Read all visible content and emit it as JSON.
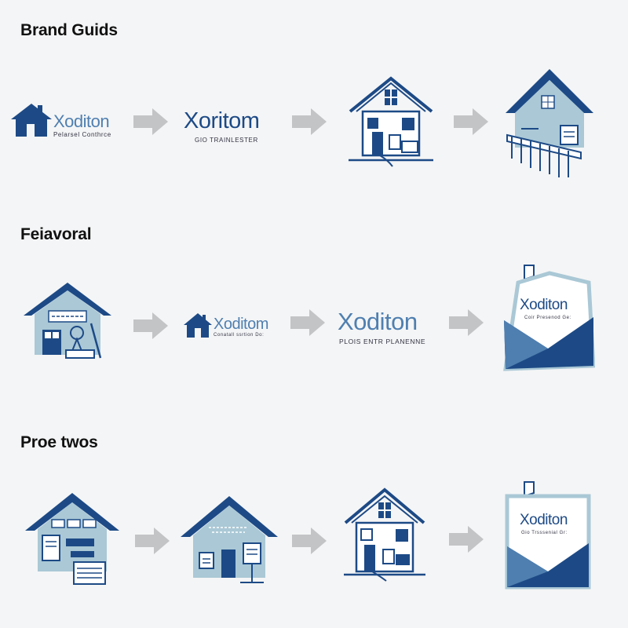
{
  "sections": [
    {
      "title": "Brand Guids",
      "items": [
        {
          "wordmark": "Xoditon",
          "tagline": "Pelarsel Conthrce"
        },
        {
          "wordmark": "Xoritom",
          "tagline": "GIO TRAINLESTER"
        },
        {},
        {}
      ]
    },
    {
      "title": "Feiavoral",
      "items": [
        {},
        {
          "wordmark": "Xoditom",
          "tagline": "Conatall ssrtion Do:"
        },
        {
          "wordmark": "Xoditon",
          "tagline": "PLOIS ENTR PLANENNE"
        },
        {
          "wordmark": "Xoditon",
          "tagline": "Coir Presenod Ge:"
        }
      ]
    },
    {
      "title": "Proe twos",
      "items": [
        {},
        {},
        {},
        {
          "wordmark": "Xoditon",
          "tagline": "Gio Trsssenial Gr:"
        }
      ]
    }
  ],
  "colors": {
    "navy": "#1d4a86",
    "light_blue": "#aac8d6",
    "mid_blue": "#4f7fb0",
    "arrow_gray": "#c2c4c6"
  }
}
